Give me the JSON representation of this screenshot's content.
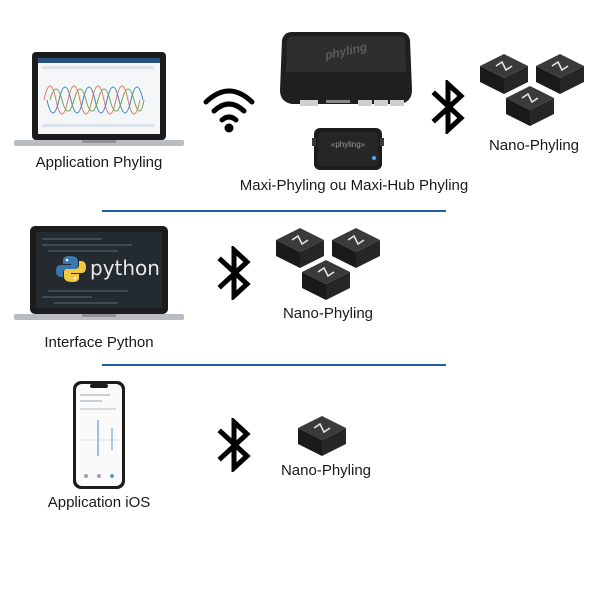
{
  "rows": [
    {
      "device_label": "Application Phyling",
      "link": "wifi",
      "hub_label": "Maxi-Phyling ou Maxi-Hub Phyling",
      "hub_logo_text": "phyling",
      "hub_module_text": "«phyling»",
      "sensor_link": "bluetooth",
      "sensor_label": "Nano-Phyling"
    },
    {
      "device_label": "Interface Python",
      "screen_logo_text": "python",
      "link": "bluetooth",
      "sensor_label": "Nano-Phyling"
    },
    {
      "device_label": "Application iOS",
      "link": "bluetooth",
      "sensor_label": "Nano-Phyling"
    }
  ],
  "colors": {
    "divider": "#1f5ea8",
    "device_dark": "#1c1c1c",
    "laptop_body": "#b9bcc0"
  },
  "icons": [
    "wifi-icon",
    "bluetooth-icon",
    "laptop-icon",
    "smartphone-icon",
    "hub-device-icon",
    "sensor-cube-icon"
  ]
}
